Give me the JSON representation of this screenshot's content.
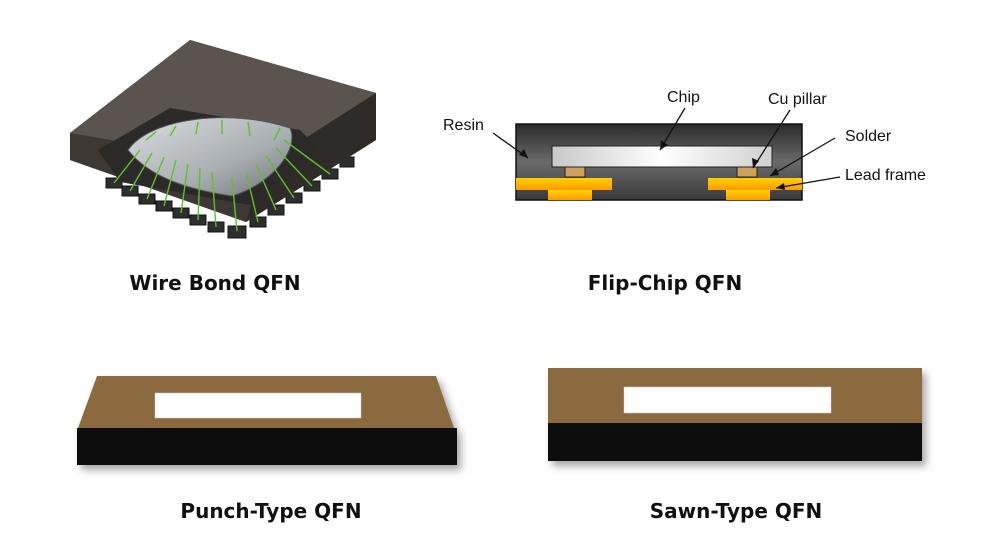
{
  "captions": {
    "wire_bond": "Wire Bond QFN",
    "flip_chip": "Flip-Chip QFN",
    "punch_type": "Punch-Type QFN",
    "sawn_type": "Sawn-Type QFN"
  },
  "flip_chip_labels": {
    "chip": "Chip",
    "cu_pillar": "Cu pillar",
    "resin": "Resin",
    "solder": "Solder",
    "lead_frame": "Lead frame"
  },
  "colors": {
    "mold_compound": "#8b6a3f",
    "base": "#0a0a0a",
    "die": "#ffffff",
    "lead_frame": "#ffb400",
    "wire": "#5fbf2c",
    "package_body": "#4a4440"
  }
}
